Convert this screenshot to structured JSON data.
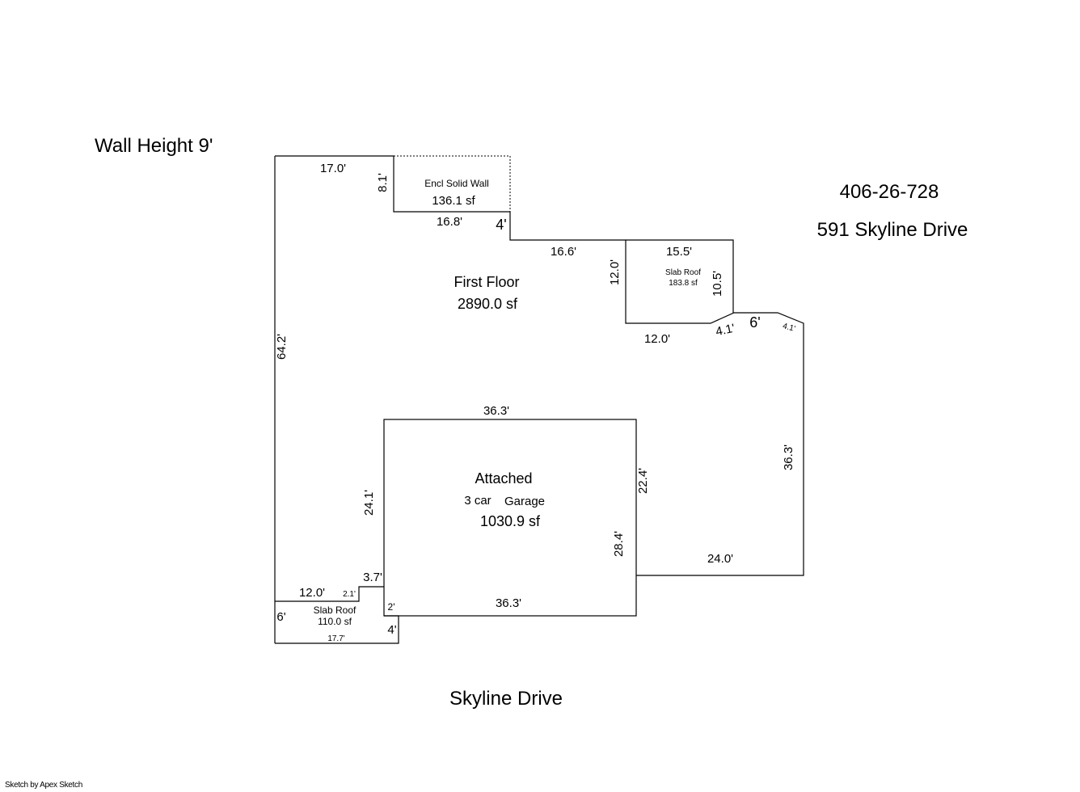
{
  "header": {
    "wall_height": "Wall Height 9'",
    "parcel_id": "406-26-728",
    "address": "591 Skyline Drive"
  },
  "street": "Skyline Drive",
  "footer": "Sketch by Apex Sketch",
  "areas": {
    "first_floor": {
      "name": "First Floor",
      "area": "2890.0 sf"
    },
    "encl_wall": {
      "name": "Encl Solid Wall",
      "area": "136.1 sf"
    },
    "slab_roof_right": {
      "name": "Slab Roof",
      "area": "183.8 sf"
    },
    "garage": {
      "line1": "Attached",
      "line2a": "3 car",
      "line2b": "Garage",
      "area": "1030.9 sf"
    },
    "slab_roof_bottom": {
      "name": "Slab Roof",
      "area": "110.0 sf"
    }
  },
  "dims": {
    "top_left": "17.0'",
    "encl_side": "8.1'",
    "encl_bottom": "16.8'",
    "step_4": "4'",
    "mid_top": "16.6'",
    "slab_top": "15.5'",
    "slab_left": "12.0'",
    "slab_right": "10.5'",
    "slab_bottom": "12.0'",
    "diag_left": "4.1'",
    "six": "6'",
    "diag_right": "4.1'",
    "left_side": "64.2'",
    "right_side": "36.3'",
    "garage_top": "36.3'",
    "garage_left": "24.1'",
    "garage_right_upper": "22.4'",
    "garage_right_lower": "28.4'",
    "bottom_right": "24.0'",
    "garage_bottom": "36.3'",
    "step_37": "3.7'",
    "step_21": "2.1'",
    "step_2": "2'",
    "slab_b_top": "12.0'",
    "slab_b_left": "6'",
    "slab_b_right": "4'",
    "slab_b_bottom": "17.7'"
  }
}
